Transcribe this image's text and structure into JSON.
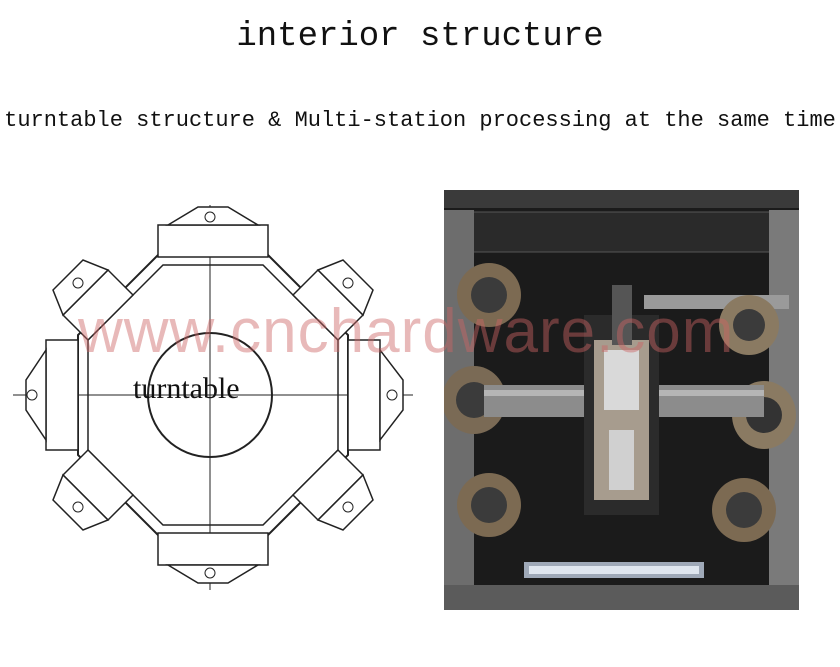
{
  "title": "interior structure",
  "subtitle": "turntable structure & Multi-station processing at the same time",
  "diagram": {
    "center_label": "turntable"
  },
  "watermark": "www.cnchardware.com",
  "colors": {
    "line": "#222222",
    "watermark": "#cd6464",
    "photo_dark": "#1b1b1b",
    "metal": "#8c8c8c"
  }
}
